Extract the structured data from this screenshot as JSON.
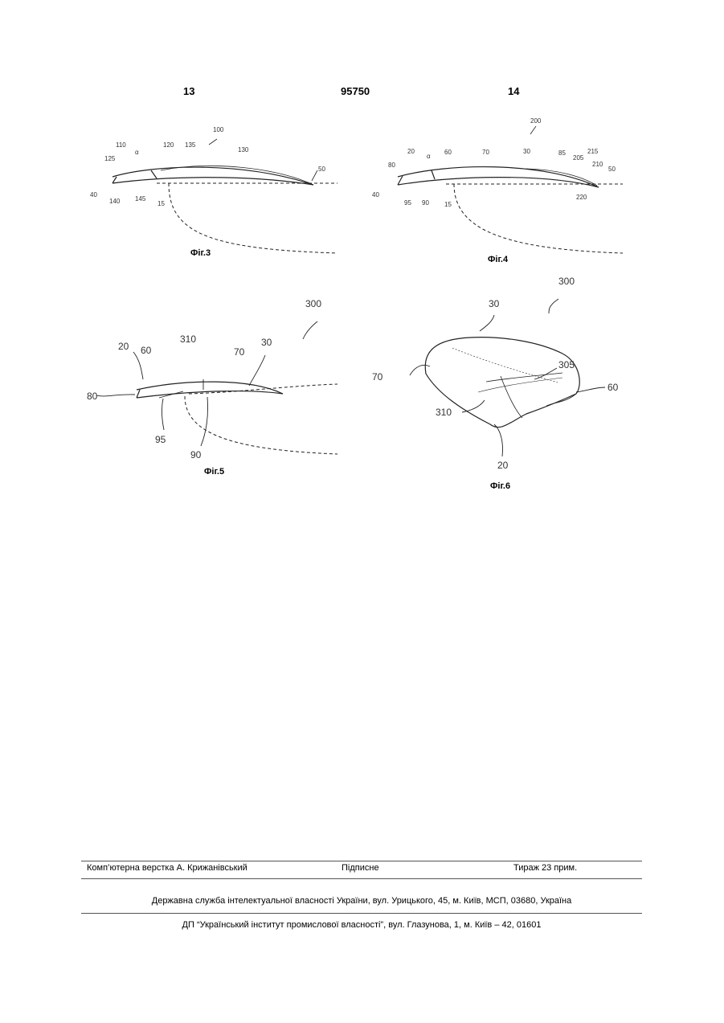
{
  "header": {
    "page_left": "13",
    "patent_number": "95750",
    "page_right": "14"
  },
  "figures": {
    "fig3": {
      "caption": "Фіг.3",
      "labels": {
        "l100": "100",
        "l110": "110",
        "l125": "125",
        "alpha": "α",
        "l120": "120",
        "l135": "135",
        "l130": "130",
        "l50": "50",
        "l40": "40",
        "l140": "140",
        "l145": "145",
        "l15": "15"
      }
    },
    "fig4": {
      "caption": "Фіг.4",
      "labels": {
        "l200": "200",
        "l20": "20",
        "alpha": "α",
        "l60": "60",
        "l70": "70",
        "l30": "30",
        "l85": "85",
        "l205": "205",
        "l215": "215",
        "l80": "80",
        "l210": "210",
        "l50": "50",
        "l40": "40",
        "l95": "95",
        "l90": "90",
        "l15": "15",
        "l220": "220"
      }
    },
    "fig5": {
      "caption": "Фіг.5",
      "labels": {
        "l300": "300",
        "l20": "20",
        "l60": "60",
        "l310": "310",
        "l70": "70",
        "l30": "30",
        "l80": "80",
        "l95": "95",
        "l90": "90"
      }
    },
    "fig6": {
      "caption": "Фіг.6",
      "labels": {
        "l300": "300",
        "l30": "30",
        "l70": "70",
        "l305": "305",
        "l60": "60",
        "l310": "310",
        "l20": "20"
      }
    }
  },
  "footer": {
    "layout": "Комп’ютерна верстка А. Крижанівський",
    "signed": "Підписне",
    "circulation": "Тираж 23 прим.",
    "agency": "Державна служба інтелектуальної власності України, вул. Урицького, 45, м. Київ, МСП, 03680, Україна",
    "institute": "ДП “Український інститут промислової власності”, вул. Глазунова, 1, м. Київ – 42, 01601"
  }
}
